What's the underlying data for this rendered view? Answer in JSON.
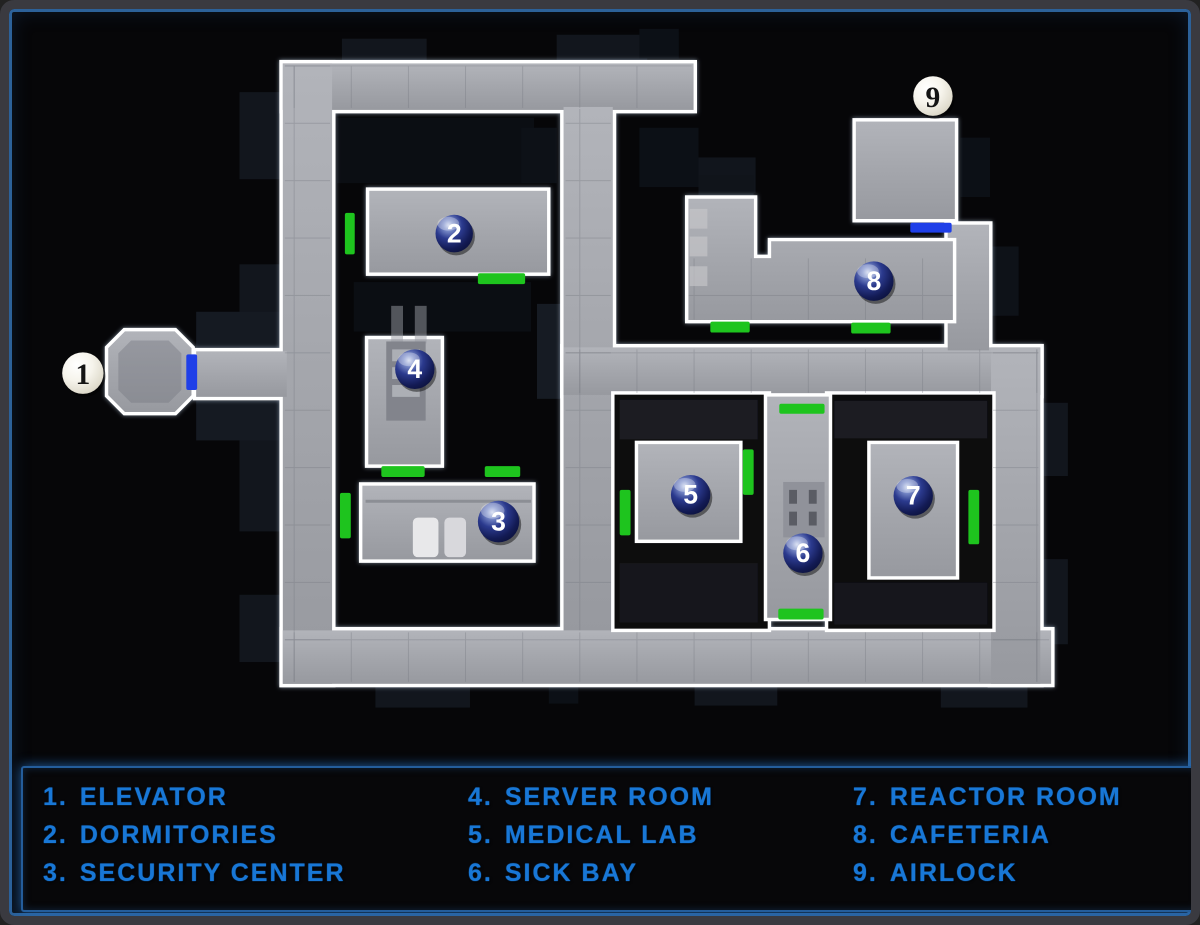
{
  "legend": {
    "columns": [
      {
        "items": [
          {
            "prefix": "1.",
            "label": "ELEVATOR"
          },
          {
            "prefix": "2.",
            "label": "DORMITORIES"
          },
          {
            "prefix": "3.",
            "label": "SECURITY CENTER"
          }
        ]
      },
      {
        "items": [
          {
            "prefix": "4.",
            "label": "SERVER ROOM"
          },
          {
            "prefix": "5.",
            "label": "MEDICAL LAB"
          },
          {
            "prefix": "6.",
            "label": "SICK BAY"
          }
        ]
      },
      {
        "items": [
          {
            "prefix": "7.",
            "label": "REACTOR ROOM"
          },
          {
            "prefix": "8.",
            "label": "CAFETERIA"
          },
          {
            "prefix": "9.",
            "label": "AIRLOCK"
          }
        ]
      }
    ]
  },
  "map": {
    "markers": [
      {
        "number": "1",
        "room": "Elevator",
        "variant": "light"
      },
      {
        "number": "2",
        "room": "Dormitories",
        "variant": "navy"
      },
      {
        "number": "3",
        "room": "Security Center",
        "variant": "navy"
      },
      {
        "number": "4",
        "room": "Server Room",
        "variant": "navy"
      },
      {
        "number": "5",
        "room": "Medical Lab",
        "variant": "navy"
      },
      {
        "number": "6",
        "room": "Sick Bay",
        "variant": "navy"
      },
      {
        "number": "7",
        "room": "Reactor Room",
        "variant": "navy"
      },
      {
        "number": "8",
        "room": "Cafeteria",
        "variant": "navy"
      },
      {
        "number": "9",
        "room": "Airlock",
        "variant": "light"
      }
    ],
    "colors": {
      "wall": "#ffffff",
      "floor": "#a6a8ae",
      "door_green": "#1ec41e",
      "door_blue": "#1f3fe8",
      "marker_navy": "#1b2468",
      "marker_light": "#f2efe6"
    }
  },
  "frame": {
    "accent": "#2c6199",
    "legend_text_color": "#1877d6"
  }
}
